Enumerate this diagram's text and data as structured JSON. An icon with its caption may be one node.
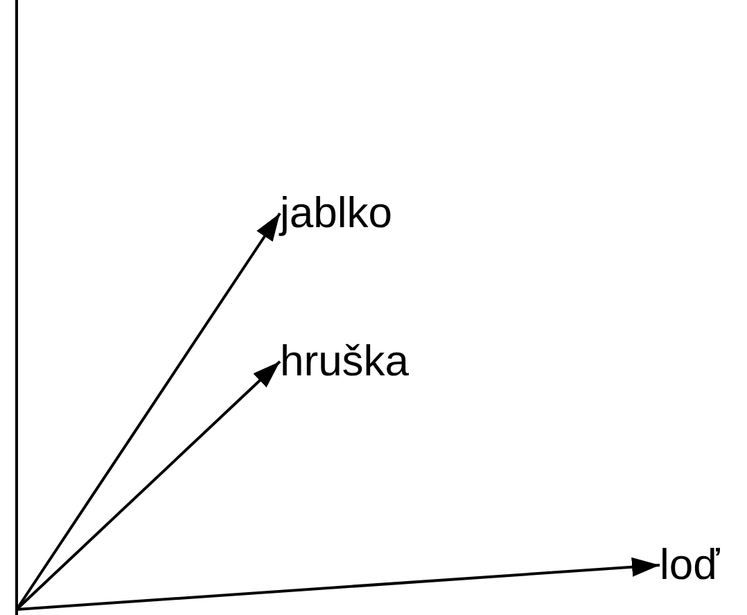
{
  "diagram": {
    "nodes": [
      {
        "text": [
          "jablko"
        ]
      },
      {
        "text": [
          "hruška"
        ]
      },
      {
        "text": [
          "loď"
        ]
      }
    ],
    "edges": [
      {
        "from": null,
        "to": 0,
        "arrow": "to"
      },
      {
        "from": null,
        "to": 1,
        "arrow": "to"
      },
      {
        "from": null,
        "to": 2,
        "arrow": "to"
      }
    ]
  }
}
